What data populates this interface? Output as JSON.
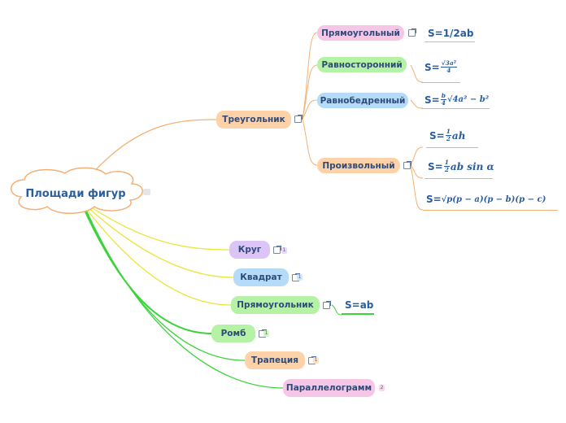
{
  "root": {
    "label": "Площади фигур"
  },
  "triangle": {
    "label": "Треугольник",
    "children": {
      "rect": {
        "label": "Прямоугольный",
        "formula": "S=1/2ab"
      },
      "equi": {
        "label": "Равносторонний",
        "formula_prefix": "S="
      },
      "isos": {
        "label": "Равнобедренный",
        "formula_prefix": "S="
      },
      "arb": {
        "label": "Произвольный",
        "formula_prefix": "S="
      }
    }
  },
  "branches": {
    "circle": {
      "label": "Круг",
      "badge": "1"
    },
    "square": {
      "label": "Квадрат",
      "badge": "1"
    },
    "rectangle": {
      "label": "Прямоугольник",
      "formula": "S=ab"
    },
    "rhombus": {
      "label": "Ромб",
      "badge": "1"
    },
    "trapezoid": {
      "label": "Трапеция",
      "badge": "1"
    },
    "parallelogram": {
      "label": "Параллелограмм",
      "badge": "2"
    }
  },
  "colors": {
    "orange_node": "#fdd2a8",
    "pink_node": "#f5c6e6",
    "green_node": "#b5f2a6",
    "blue_node": "#b4dcf8",
    "purple_node": "#dcc4f6",
    "orange_link": "#f3b074",
    "yellow_link": "#e9e63a",
    "green_link": "#3bd43b",
    "text": "#2e4a78"
  },
  "icons": [
    "cloud-shape",
    "link-icon",
    "note-badge"
  ]
}
